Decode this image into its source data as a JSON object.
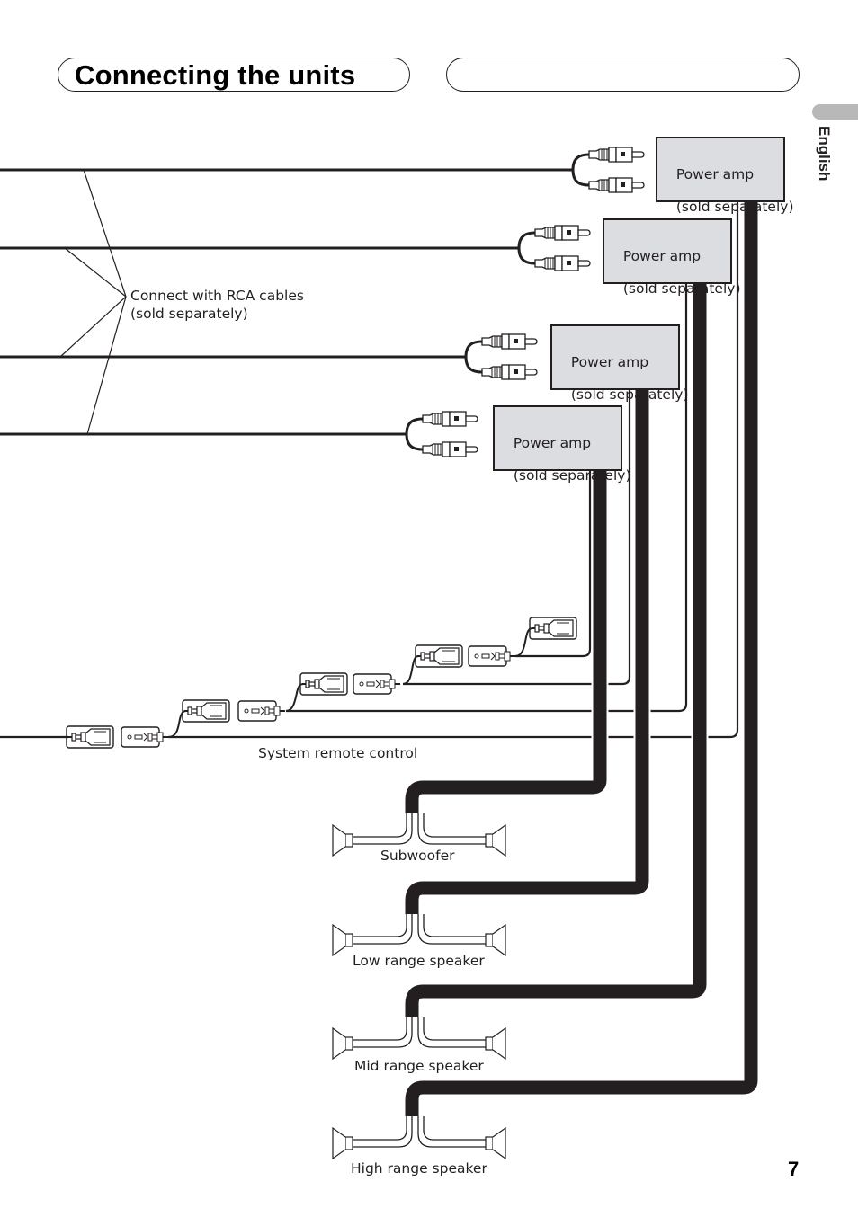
{
  "page": {
    "title": "Connecting the units",
    "language_tab": "English",
    "page_number": "7"
  },
  "diagram": {
    "rca_note": {
      "line1": "Connect with RCA cables",
      "line2": "(sold separately)"
    },
    "amplifiers": [
      {
        "line1": "Power amp",
        "line2": "(sold separately)"
      },
      {
        "line1": "Power amp",
        "line2": "(sold separately)"
      },
      {
        "line1": "Power amp",
        "line2": "(sold separately)"
      },
      {
        "line1": "Power amp",
        "line2": "(sold separately)"
      }
    ],
    "remote_label": "System remote control",
    "speakers": [
      {
        "label": "Subwoofer"
      },
      {
        "label": "Low range speaker"
      },
      {
        "label": "Mid range speaker"
      },
      {
        "label": "High range speaker"
      }
    ],
    "icons": {
      "rca_plug": "rca-plug-icon",
      "remote_connector": "remote-connector-icon",
      "speaker": "speaker-icon"
    },
    "colors": {
      "ink": "#231f20",
      "amp_fill": "#dcdde1",
      "tab_gray": "#b8b8b8"
    }
  }
}
